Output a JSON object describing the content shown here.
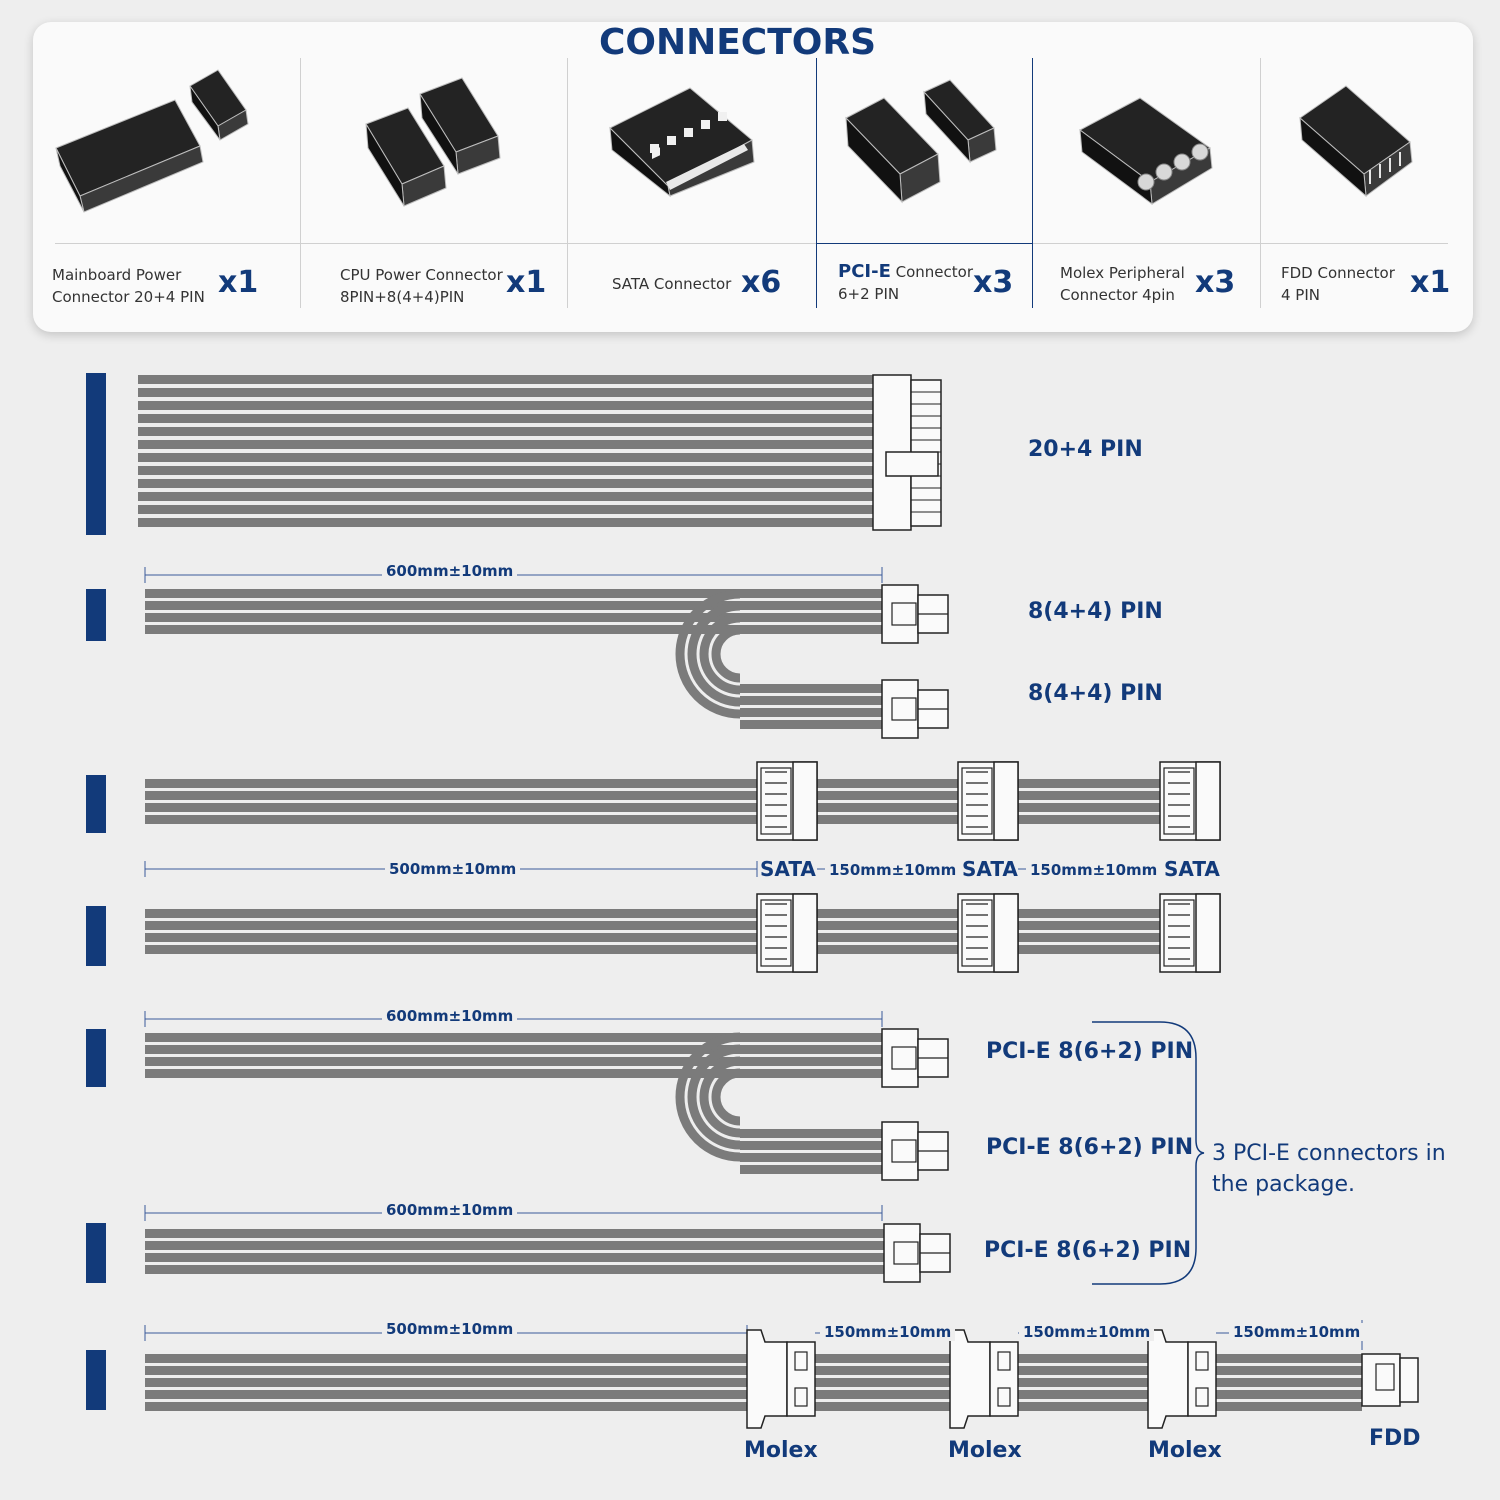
{
  "header": {
    "title": "CONNECTORS"
  },
  "connectors": [
    {
      "name_line1": "Mainboard Power",
      "name_line2": "Connector 20+4 PIN",
      "qty": "x1",
      "icon": "atx-24pin-connector-icon"
    },
    {
      "name_line1": "CPU Power Connector",
      "name_line2": "8PIN+8(4+4)PIN",
      "qty": "x1",
      "icon": "cpu-8pin-connector-icon"
    },
    {
      "name_line1": "SATA Connector",
      "name_line2": "",
      "qty": "x6",
      "icon": "sata-connector-icon"
    },
    {
      "name_prefix": "PCI-E",
      "name_line1": " Connector",
      "name_line2": "6+2 PIN",
      "qty": "x3",
      "icon": "pcie-connector-icon"
    },
    {
      "name_line1": "Molex Peripheral",
      "name_line2": "Connector 4pin",
      "qty": "x3",
      "icon": "molex-connector-icon"
    },
    {
      "name_line1": "FDD Connector",
      "name_line2": "4 PIN",
      "qty": "x1",
      "icon": "fdd-connector-icon"
    }
  ],
  "cables": {
    "atx": {
      "label": "20+4 PIN"
    },
    "cpu": {
      "length": "600mm±10mm",
      "label_a": "8(4+4) PIN",
      "label_b": "8(4+4) PIN"
    },
    "sata": {
      "length": "500mm±10mm",
      "spacing_1": "150mm±10mm",
      "spacing_2": "150mm±10mm",
      "connector_labels": [
        "SATA",
        "SATA",
        "SATA"
      ]
    },
    "pcie": {
      "length_1": "600mm±10mm",
      "length_2": "600mm±10mm",
      "labels": [
        "PCI-E 8(6+2) PIN",
        "PCI-E 8(6+2) PIN",
        "PCI-E 8(6+2) PIN"
      ],
      "note": "3 PCI-E connectors in the package."
    },
    "molex": {
      "length": "500mm±10mm",
      "spacings": [
        "150mm±10mm",
        "150mm±10mm",
        "150mm±10mm"
      ],
      "labels": [
        "Molex",
        "Molex",
        "Molex"
      ],
      "fdd_label": "FDD"
    }
  },
  "colors": {
    "brand": "#123a7a",
    "wire": "#7b7b7b",
    "connector": "#1f1f1f"
  }
}
